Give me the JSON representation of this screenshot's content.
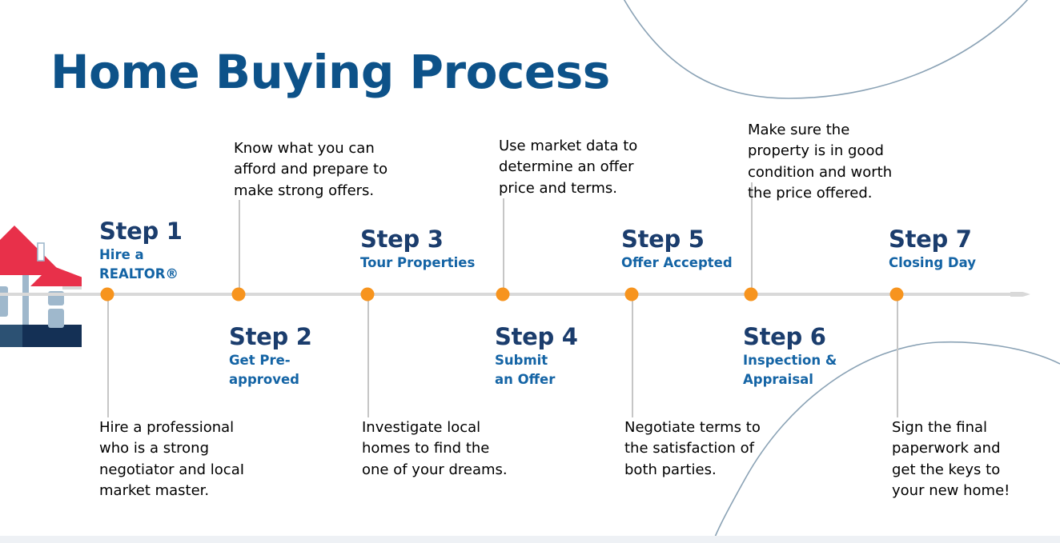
{
  "title": "Home Buying Process",
  "colors": {
    "title_blue": "#0d5289",
    "step_number_navy": "#1b3d6d",
    "step_title_blue": "#1464a5",
    "dot_orange": "#f7941e",
    "timeline_gray": "#d9d9d9",
    "connector_gray": "#c6c6c6",
    "arc_blue_gray": "#8aa2b5",
    "house_roof_red": "#e8304a",
    "house_base_navy": "#1b3d63",
    "house_window_blue": "#9fb8cc",
    "body_text": "#000000"
  },
  "icons": {
    "house": "house-icon",
    "timeline_arrow": "arrow-right-icon",
    "dot": "timeline-dot-icon"
  },
  "steps": [
    {
      "number": "Step 1",
      "title_lines": [
        "Hire a",
        "REALTOR®"
      ],
      "position": "below-above",
      "description_lines": [
        "Hire a professional",
        "who is a strong",
        "negotiator and locaI",
        "market master."
      ]
    },
    {
      "number": "Step 2",
      "title_lines": [
        "Get Pre-",
        "approved"
      ],
      "position": "above-below",
      "description_lines": [
        "Know what you can",
        "afford and prepare to",
        "make strong offers."
      ]
    },
    {
      "number": "Step 3",
      "title_lines": [
        "Tour Properties"
      ],
      "position": "below-above",
      "description_lines": [
        "Investigate local",
        "homes to find the",
        "one of your dreams."
      ]
    },
    {
      "number": "Step 4",
      "title_lines": [
        "Submit",
        "an Offer"
      ],
      "position": "above-below",
      "description_lines": [
        "Use market data to",
        "determine an offer",
        "price and terms."
      ]
    },
    {
      "number": "Step 5",
      "title_lines": [
        "Offer Accepted"
      ],
      "position": "below-above",
      "description_lines": [
        "Negotiate terms to",
        "the satisfaction of",
        "both parties."
      ]
    },
    {
      "number": "Step 6",
      "title_lines": [
        "Inspection &",
        "Appraisal"
      ],
      "position": "above-below",
      "description_lines": [
        "Make sure the",
        "property is in good",
        "condition and worth",
        "the price offered."
      ]
    },
    {
      "number": "Step 7",
      "title_lines": [
        "Closing Day"
      ],
      "position": "below-above",
      "description_lines": [
        "Sign the final",
        "paperwork and",
        "get the keys to",
        "your new home!"
      ]
    }
  ]
}
